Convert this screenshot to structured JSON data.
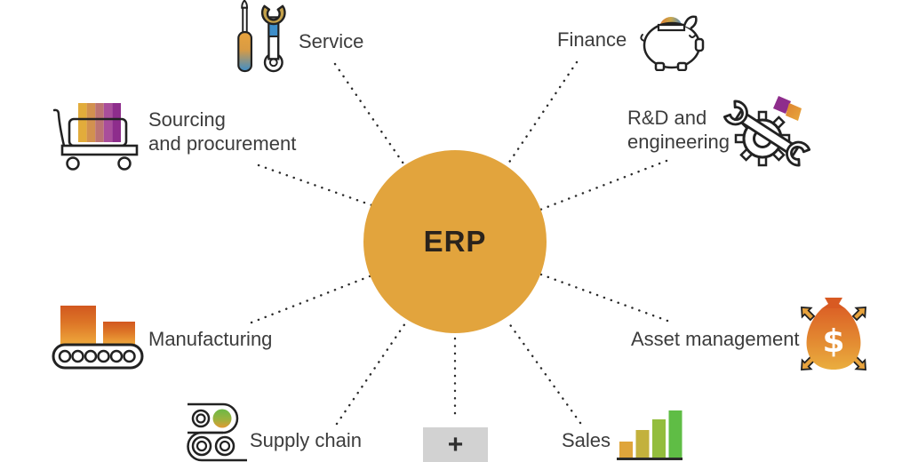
{
  "diagram": {
    "center": {
      "label": "ERP",
      "circle_color": "#E2A43D",
      "text_color": "#2a231c"
    },
    "plus_button": {
      "label": "+",
      "background": "#D2D2D2"
    },
    "connector_style": {
      "type": "dotted",
      "color": "#2a2a2a"
    },
    "nodes": [
      {
        "id": "service",
        "label": "Service",
        "icon": "tools-icon"
      },
      {
        "id": "finance",
        "label": "Finance",
        "icon": "piggy-bank-icon"
      },
      {
        "id": "sourcing",
        "label_line1": "Sourcing",
        "label_line2": "and procurement",
        "icon": "cart-boxes-icon"
      },
      {
        "id": "rd-engineering",
        "label_line1": "R&D and",
        "label_line2": "engineering",
        "icon": "gear-wrench-icon"
      },
      {
        "id": "manufacturing",
        "label": "Manufacturing",
        "icon": "conveyor-icon"
      },
      {
        "id": "asset-management",
        "label": "Asset management",
        "icon": "money-bag-icon"
      },
      {
        "id": "supply-chain",
        "label": "Supply chain",
        "icon": "rolls-icon"
      },
      {
        "id": "sales",
        "label": "Sales",
        "icon": "bar-chart-icon"
      }
    ],
    "palette": {
      "gold": "#E2A43D",
      "orange": "#DD6727",
      "purple": "#8E2D8C",
      "blue": "#3E8EC9",
      "green": "#5FBD45",
      "yellow_green": "#93BD3D",
      "olive": "#C3B13C",
      "label_text": "#3c3c3c"
    }
  }
}
